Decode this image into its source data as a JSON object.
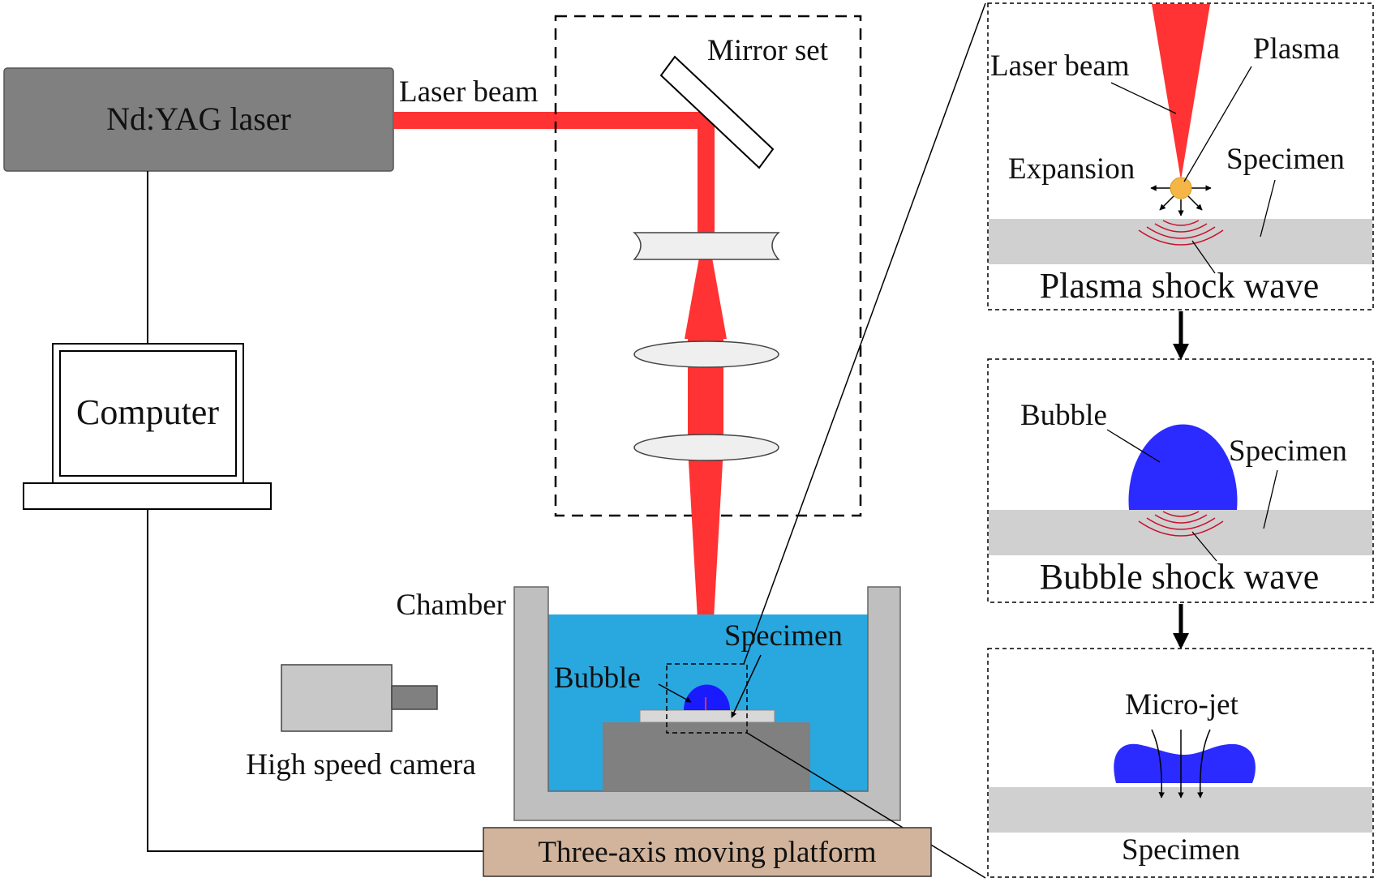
{
  "labels": {
    "laser": "Nd:YAG laser",
    "laser_beam": "Laser beam",
    "mirror_set": "Mirror set",
    "computer": "Computer",
    "chamber": "Chamber",
    "specimen": "Specimen",
    "bubble": "Bubble",
    "camera": "High speed camera",
    "platform": "Three-axis moving platform"
  },
  "panel1": {
    "laser_beam": "Laser beam",
    "plasma": "Plasma",
    "expansion": "Expansion",
    "specimen": "Specimen",
    "caption": "Plasma shock wave"
  },
  "panel2": {
    "bubble": "Bubble",
    "specimen": "Specimen",
    "caption": "Bubble shock wave"
  },
  "panel3": {
    "microjet": "Micro-jet",
    "caption": "Specimen"
  },
  "colors": {
    "laser_beam": "#ff3333",
    "laser_box": "#808080",
    "water": "#29a8e0",
    "chamber_wall": "#bfbfbf",
    "bubble": "#2b2bff",
    "plasma": "#f5b547",
    "specimen": "#d0d0d0",
    "platform": "#d2b49c",
    "shock_wave": "#c8102e"
  }
}
